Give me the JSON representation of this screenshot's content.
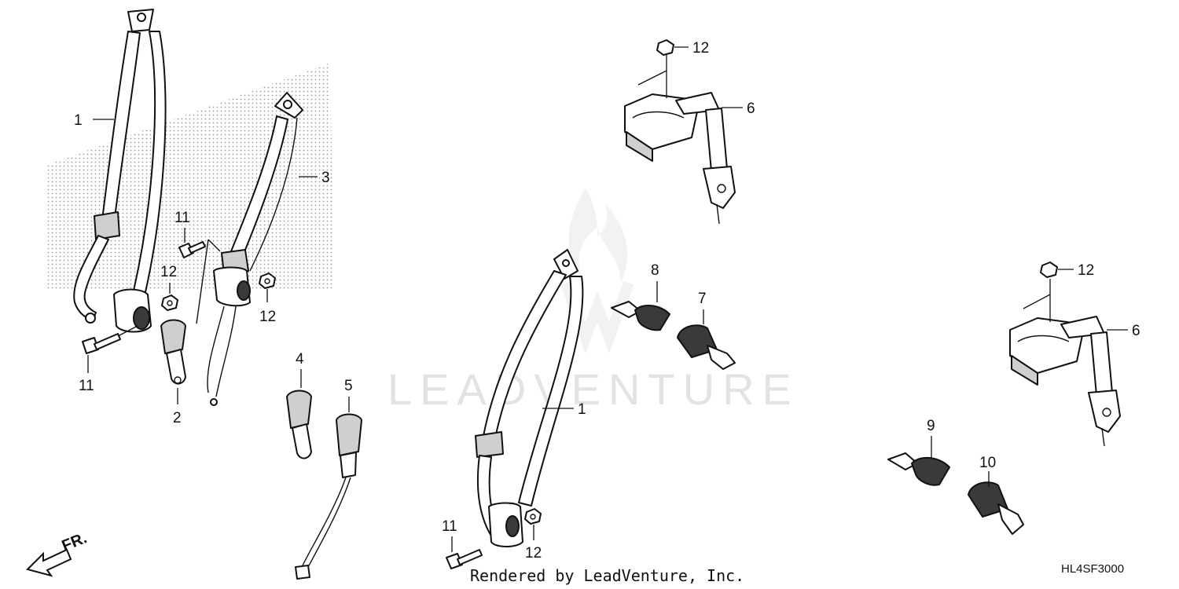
{
  "callouts": {
    "p1a": "1",
    "p1b": "1",
    "p2": "2",
    "p3": "3",
    "p4": "4",
    "p5": "5",
    "p6a": "6",
    "p6b": "6",
    "p7": "7",
    "p8": "8",
    "p9": "9",
    "p10": "10",
    "p11a": "11",
    "p11b": "11",
    "p11c": "11",
    "p12a": "12",
    "p12b": "12",
    "p12c": "12",
    "p12d": "12",
    "p12e": "12"
  },
  "watermark": "LEADVENTURE",
  "credit": "Rendered by LeadVenture, Inc.",
  "diagram_code": "HL4SF3000",
  "direction_label": "FR."
}
